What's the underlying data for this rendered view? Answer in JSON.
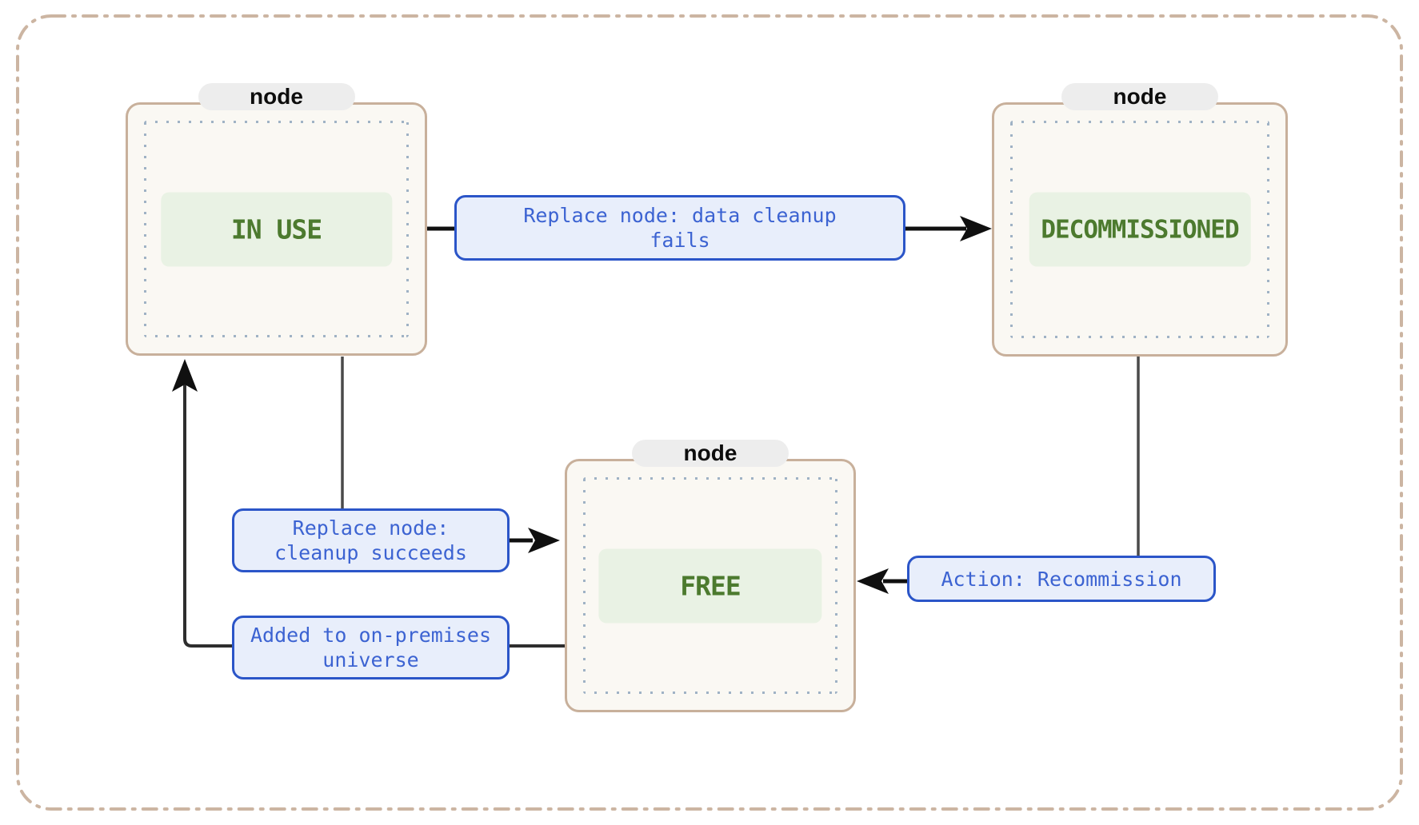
{
  "diagram_type": "state-diagram",
  "nodes": [
    {
      "id": "in-use",
      "pill": "node",
      "state": "IN USE"
    },
    {
      "id": "decommissioned",
      "pill": "node",
      "state": "DECOMMISSIONED"
    },
    {
      "id": "free",
      "pill": "node",
      "state": "FREE"
    }
  ],
  "edge_labels": [
    {
      "from": "IN USE",
      "to": "DECOMMISSIONED",
      "lines": [
        "Replace node: data cleanup",
        "fails"
      ]
    },
    {
      "from": "IN USE",
      "to": "FREE",
      "lines": [
        "Replace node:",
        "cleanup succeeds"
      ]
    },
    {
      "from": "FREE",
      "to": "IN USE",
      "lines": [
        "Added to on-premises",
        "universe"
      ]
    },
    {
      "from": "DECOMMISSIONED",
      "to": "FREE",
      "lines": [
        "Action: Recommission"
      ]
    }
  ],
  "colors": {
    "node_border": "#c8b09b",
    "node_bg": "#faf8f3",
    "inner_dotted": "#9fb2c5",
    "state_badge_bg": "#e9f2e4",
    "state_text": "#4c7a2e",
    "pill_bg": "#ededed",
    "pill_text": "#0d0d0d",
    "edge_label_bg": "#e8eefb",
    "edge_label_border": "#2b55c8",
    "edge_label_text": "#3c63d2",
    "arrow": "#101010",
    "connector": "#4a4a4a",
    "outer_border": "#ccb5a2"
  }
}
